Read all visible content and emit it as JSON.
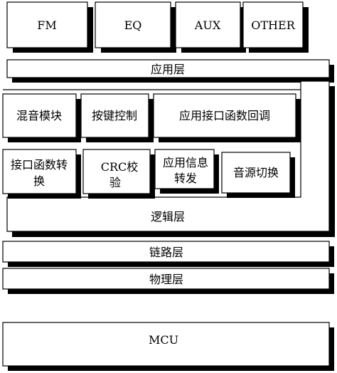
{
  "blocks": {
    "fm": "FM",
    "eq": "EQ",
    "aux": "AUX",
    "other": "OTHER",
    "app_layer": "应用层",
    "mixer_module": "混音模块",
    "key_control": "按键控制",
    "app_interface_callback": "应用接口函数回调",
    "interface_conversion": [
      "接口函数转",
      "换"
    ],
    "crc_check": [
      "CRC校",
      "验"
    ],
    "app_info_forward": [
      "应用信息",
      "转发"
    ],
    "source_switch": "音源切换",
    "logic_layer": "逻辑层",
    "link_layer": "链路层",
    "physical_layer": "物理层",
    "mcu": "MCU"
  }
}
